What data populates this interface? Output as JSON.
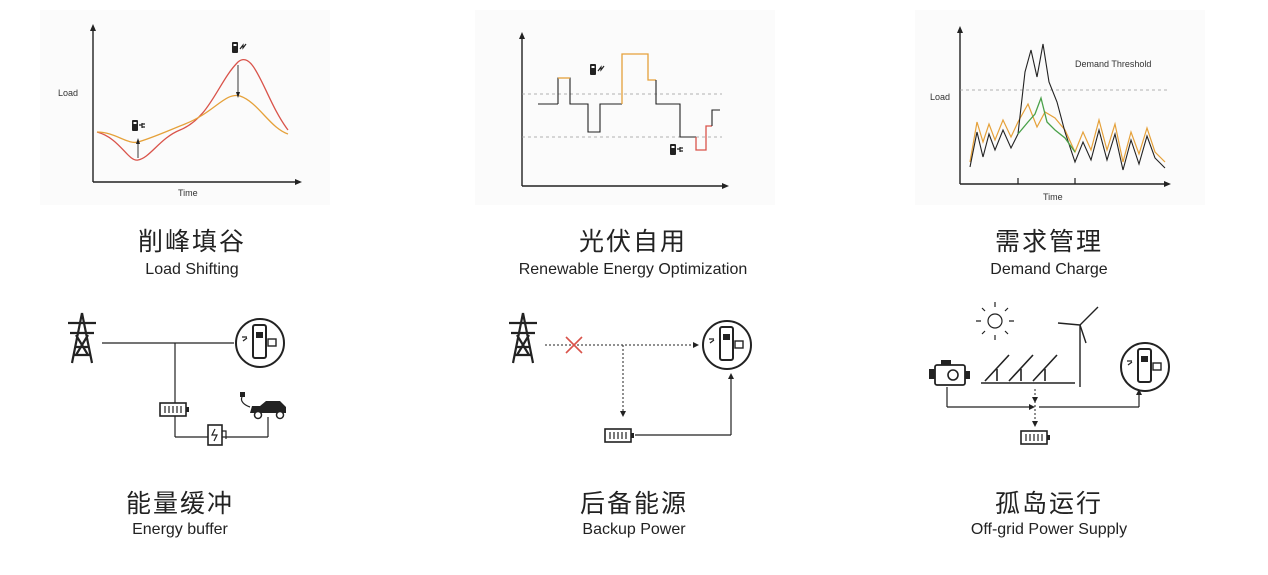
{
  "cards": [
    {
      "cn": "削峰填谷",
      "en": "Load Shifting"
    },
    {
      "cn": "光伏自用",
      "en": "Renewable Energy Optimization"
    },
    {
      "cn": "需求管理",
      "en": "Demand Charge"
    },
    {
      "cn": "能量缓冲",
      "en": "Energy buffer"
    },
    {
      "cn": "后备能源",
      "en": "Backup Power"
    },
    {
      "cn": "孤岛运行",
      "en": "Off-grid Power Supply"
    }
  ],
  "charts": {
    "load_shifting": {
      "ylabel": "Load",
      "xlabel": "Time"
    },
    "demand_charge": {
      "ylabel": "Load",
      "xlabel": "Time",
      "threshold_label": "Demand Threshold"
    }
  },
  "colors": {
    "red": "#d9534a",
    "orange": "#e5a13a",
    "green": "#4aa14a",
    "dark": "#222222",
    "grey": "#888888"
  }
}
